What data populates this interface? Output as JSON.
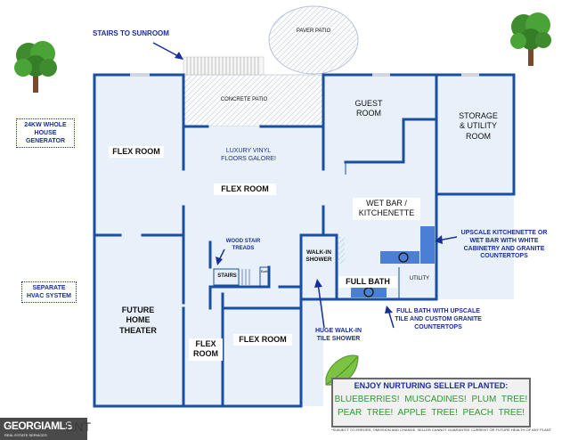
{
  "annotations": {
    "stairs_sunroom": "STAIRS TO SUNROOM",
    "paver_patio": "PAVER PATIO",
    "concrete_patio": "CONCRETE PATIO",
    "luxury_vinyl": "LUXURY VINYL FLOORS GALORE!",
    "wood_stair": "WOOD STAIR TREADS",
    "stairs": "STAIRS",
    "bath_small": "Bath",
    "walkin_shower_label": "WALK-IN SHOWER",
    "utility": "UTILITY",
    "upscale_kitchenette": "UPSCALE KITCHENETTE OR WET BAR WITH WHITE CABINETRY AND GRANITE COUNTERTOPS",
    "full_bath_upscale": "FULL BATH WITH UPSCALE TILE AND CUSTOM GRANITE COUNTERTOPS",
    "huge_walkin": "HUGE WALK-IN TILE SHOWER"
  },
  "boxes": {
    "generator": "24KW WHOLE HOUSE GENERATOR",
    "hvac": "SEPARATE HVAC SYSTEM"
  },
  "rooms": {
    "flex_left": "FLEX ROOM",
    "flex_center": "FLEX ROOM",
    "guest": "GUEST ROOM",
    "storage": "STORAGE & UTILITY ROOM",
    "wetbar": "WET BAR / KITCHENETTE",
    "full_bath": "FULL BATH",
    "theater": "FUTURE HOME THEATER",
    "flex_small": "FLEX ROOM",
    "flex_bottom": "FLEX ROOM"
  },
  "promo": {
    "title": "ENJOY NURTURING SELLER PLANTED:",
    "row1": "BLUEBERRIES!  MUSCADINES!  PLUM TREE!",
    "row2": "PEAR TREE!  APPLE TREE!  PEACH TREE!"
  },
  "footer": "*SUBJECT TO ERRORS, OMISSION AND CHANGE. SELLER CANNOT GUARANTEE CURRENT OR FUTURE HEALTH OF ANY PLANT",
  "logo": {
    "main": "GEORGIAMLS",
    "sub": "REAL ESTATE SERVICES",
    "ext": "ENT"
  },
  "colors": {
    "wall": "#1a4fa0",
    "floor": "#e8f1fa",
    "accent_blue": "#1a2e9a",
    "promo_green": "#2e9a2e"
  }
}
